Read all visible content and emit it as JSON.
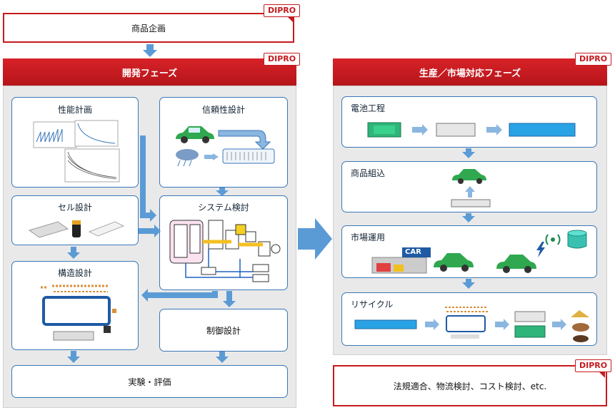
{
  "badge": "DIPRO",
  "planning": {
    "title": "商品企画"
  },
  "dev": {
    "title": "開発フェーズ",
    "cards": {
      "perf": "性能計画",
      "reliability": "信頼性設計",
      "cell": "セル設計",
      "system": "システム検討",
      "structure": "構造設計",
      "control": "制御設計",
      "test": "実験・評価"
    }
  },
  "prod": {
    "title": "生産／市場対応フェーズ",
    "cards": {
      "battery_process": "電池工程",
      "assembly": "商品組込",
      "market": "市場運用",
      "recycle": "リサイクル"
    },
    "car_sign": "CAR"
  },
  "footer": {
    "text": "法規適合、物流検討、コスト検討、etc."
  },
  "colors": {
    "red": "#c51a1f",
    "blue": "#3a77b8",
    "arrow": "#5b9bd5",
    "car": "#2fa84f"
  }
}
